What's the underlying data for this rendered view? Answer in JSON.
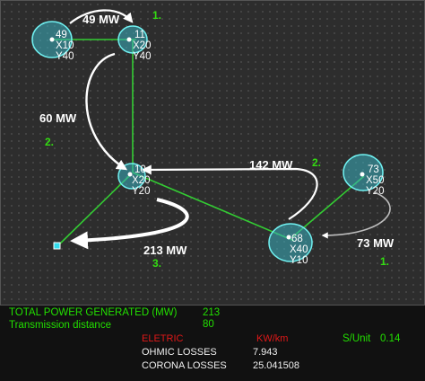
{
  "diagram": {
    "nodes": [
      {
        "power": "49",
        "x": "X10",
        "y": "Y40"
      },
      {
        "power": "11",
        "x": "X20",
        "y": "Y40"
      },
      {
        "power": "10",
        "x": "X20",
        "y": "Y20"
      },
      {
        "power": "73",
        "x": "X50",
        "y": "Y20"
      },
      {
        "power": "68",
        "x": "X40",
        "y": "Y10"
      }
    ],
    "flows": [
      {
        "label": "49 MW"
      },
      {
        "label": "60 MW"
      },
      {
        "label": "142 MW"
      },
      {
        "label": "73 MW"
      },
      {
        "label": "213 MW"
      }
    ],
    "steps": [
      {
        "label": "1."
      },
      {
        "label": "2."
      },
      {
        "label": "2."
      },
      {
        "label": "1."
      },
      {
        "label": "3."
      }
    ],
    "colors": {
      "node_fill": "#3ab0c0",
      "node_ring": "#70f0f0",
      "line": "#33cc33",
      "arrow": "#ffffff",
      "step_text": "#33dd11",
      "sink": "#33ddee"
    }
  },
  "panel": {
    "total_power_label": "TOTAL POWER GENERATED (MW)",
    "total_power_value": "213",
    "distance_label": "Transmission distance",
    "distance_value": "80",
    "eletric_label": "ELETRIC",
    "kw_km_label": "KW/km",
    "s_unit_label": "S/Unit",
    "s_unit_value": "0.14",
    "ohmic_label": "OHMIC  LOSSES",
    "ohmic_value": "7.943",
    "corona_label": "CORONA  LOSSES",
    "corona_value": "25.041508"
  }
}
